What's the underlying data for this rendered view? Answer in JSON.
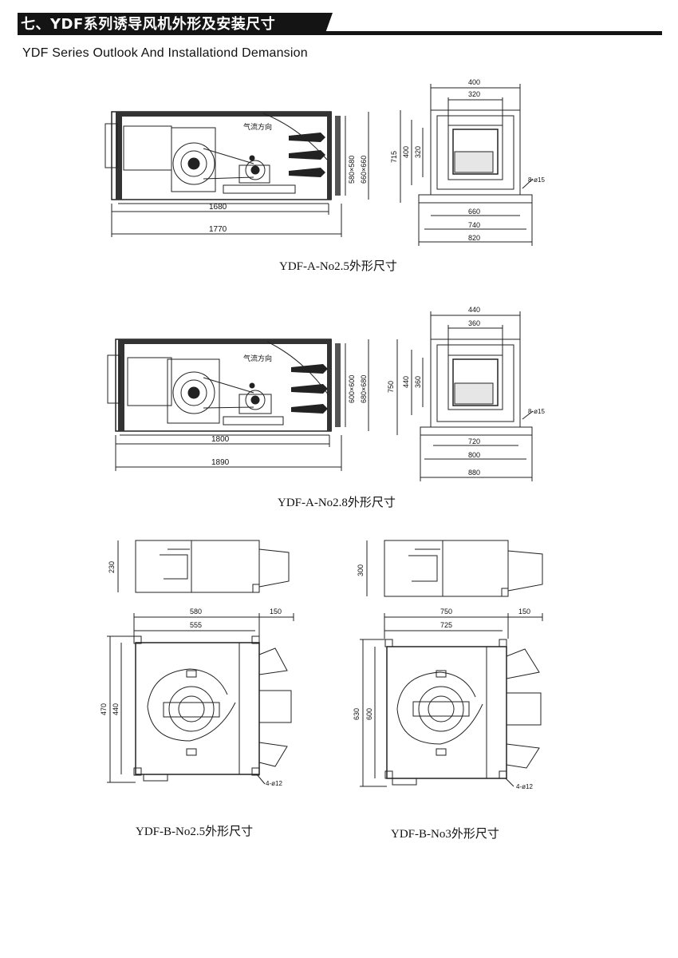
{
  "header": {
    "title": "七、YDF系列诱导风机外形及安装尺寸"
  },
  "subtitle": "YDF Series Outlook And Installationd Demansion",
  "drawings": [
    {
      "caption": "YDF-A-No2.5外形尺寸",
      "airflow_label": "气流方向",
      "side_dims": {
        "inner_len": "1680",
        "outer_len": "1770",
        "grille_inner": "580×580",
        "grille_outer": "660×660"
      },
      "front_dims": {
        "top_outer": "400",
        "top_inner": "320",
        "left_outer": "400",
        "left_inner": "320",
        "height": "715",
        "base_inner": "660",
        "base_mid": "740",
        "base_outer": "820",
        "holes": "8-ø15"
      }
    },
    {
      "caption": "YDF-A-No2.8外形尺寸",
      "airflow_label": "气流方向",
      "side_dims": {
        "inner_len": "1800",
        "outer_len": "1890",
        "grille_inner": "600×600",
        "grille_outer": "680×680"
      },
      "front_dims": {
        "top_outer": "440",
        "top_inner": "360",
        "left_outer": "440",
        "left_inner": "360",
        "height": "750",
        "base_inner": "720",
        "base_mid": "800",
        "base_outer": "880",
        "holes": "8-ø15"
      }
    },
    {
      "caption": "YDF-B-No2.5外形尺寸",
      "dims": {
        "top_height": "230",
        "width_outer": "580",
        "width_inner": "555",
        "nozzle": "150",
        "height_outer": "470",
        "height_inner": "440",
        "holes": "4-ø12"
      }
    },
    {
      "caption": "YDF-B-No3外形尺寸",
      "dims": {
        "top_height": "300",
        "width_outer": "750",
        "width_inner": "725",
        "nozzle": "150",
        "height_outer": "630",
        "height_inner": "600",
        "holes": "4-ø12"
      }
    }
  ]
}
